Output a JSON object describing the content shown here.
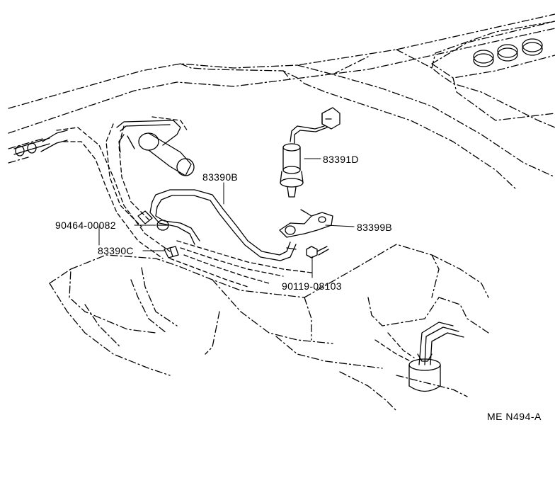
{
  "diagram": {
    "labels": {
      "p83391D": "83391D",
      "p83390B": "83390B",
      "p90464": "90464-00082",
      "p83390C": "83390C",
      "p83399B": "83399B",
      "p90119": "90119-08103"
    },
    "ref_code": "ME  N494-A"
  },
  "colors": {
    "ink": "#000000",
    "paper": "#ffffff"
  }
}
